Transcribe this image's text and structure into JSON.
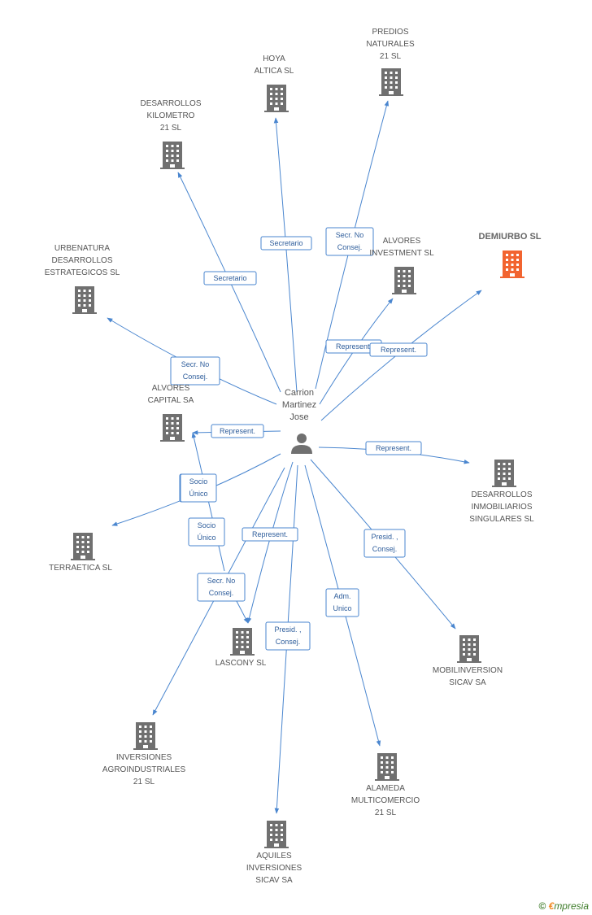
{
  "center": {
    "label": [
      "Carrion",
      "Martinez",
      "Jose"
    ],
    "icon": "person-icon"
  },
  "colors": {
    "edge": "#4a86cf",
    "building": "#707070",
    "highlight": "#f26430"
  },
  "nodes": [
    {
      "id": "hoya",
      "label": [
        "HOYA",
        "ALTICA SL"
      ]
    },
    {
      "id": "predios",
      "label": [
        "PREDIOS",
        "NATURALES",
        "21 SL"
      ]
    },
    {
      "id": "desarrollos_km",
      "label": [
        "DESARROLLOS",
        "KILOMETRO",
        "21 SL"
      ]
    },
    {
      "id": "urbenatura",
      "label": [
        "URBENATURA",
        "DESARROLLOS",
        "ESTRATEGICOS SL"
      ]
    },
    {
      "id": "alvores_inv",
      "label": [
        "ALVORES",
        "INVESTMENT  SL"
      ]
    },
    {
      "id": "demiurbo",
      "label": [
        "DEMIURBO SL"
      ],
      "highlight": true
    },
    {
      "id": "alvores_cap",
      "label": [
        "ALVORES",
        "CAPITAL SA"
      ]
    },
    {
      "id": "desarrollos_inm",
      "label": [
        "DESARROLLOS",
        "INMOBILIARIOS",
        "SINGULARES SL"
      ]
    },
    {
      "id": "terraetica",
      "label": [
        "TERRAETICA SL"
      ]
    },
    {
      "id": "lascony",
      "label": [
        "LASCONY SL"
      ]
    },
    {
      "id": "mobilinversion",
      "label": [
        "MOBILINVERSION",
        "SICAV SA"
      ]
    },
    {
      "id": "inversiones_agro",
      "label": [
        "INVERSIONES",
        "AGROINDUSTRIALES",
        "21 SL"
      ]
    },
    {
      "id": "alameda",
      "label": [
        "ALAMEDA",
        "MULTICOMERCIO",
        "21  SL"
      ]
    },
    {
      "id": "aquiles",
      "label": [
        "AQUILES",
        "INVERSIONES",
        "SICAV SA"
      ]
    }
  ],
  "edges": [
    {
      "to": "hoya",
      "label": [
        "Secretario"
      ]
    },
    {
      "to": "predios",
      "label": [
        "Secr.  No",
        "Consej."
      ]
    },
    {
      "to": "desarrollos_km",
      "label": [
        "Secretario"
      ]
    },
    {
      "to": "urbenatura",
      "label": [
        "Secr.  No",
        "Consej."
      ]
    },
    {
      "to": "alvores_inv",
      "label": [
        "Represent."
      ]
    },
    {
      "to": "demiurbo",
      "label": [
        "Represent."
      ]
    },
    {
      "to": "alvores_cap",
      "label": [
        "Represent."
      ]
    },
    {
      "to": "alvores_cap",
      "label": [
        "Socio",
        "Único"
      ]
    },
    {
      "to": "desarrollos_inm",
      "label": [
        "Represent."
      ]
    },
    {
      "to": "terraetica",
      "label": [
        "Socio",
        "Único"
      ]
    },
    {
      "to": "lascony",
      "label": [
        "Represent."
      ]
    },
    {
      "to": "lascony",
      "label": [
        "Socio",
        "Único"
      ]
    },
    {
      "to": "mobilinversion",
      "label": [
        "Presid. ,",
        "Consej."
      ]
    },
    {
      "to": "inversiones_agro",
      "label": [
        "Secr.  No",
        "Consej."
      ]
    },
    {
      "to": "alameda",
      "label": [
        "Adm.",
        "Unico"
      ]
    },
    {
      "to": "aquiles",
      "label": [
        "Presid. ,",
        "Consej."
      ]
    }
  ],
  "footer": {
    "symbol": "©",
    "brand_first": "€",
    "brand_rest": "mpresia"
  }
}
